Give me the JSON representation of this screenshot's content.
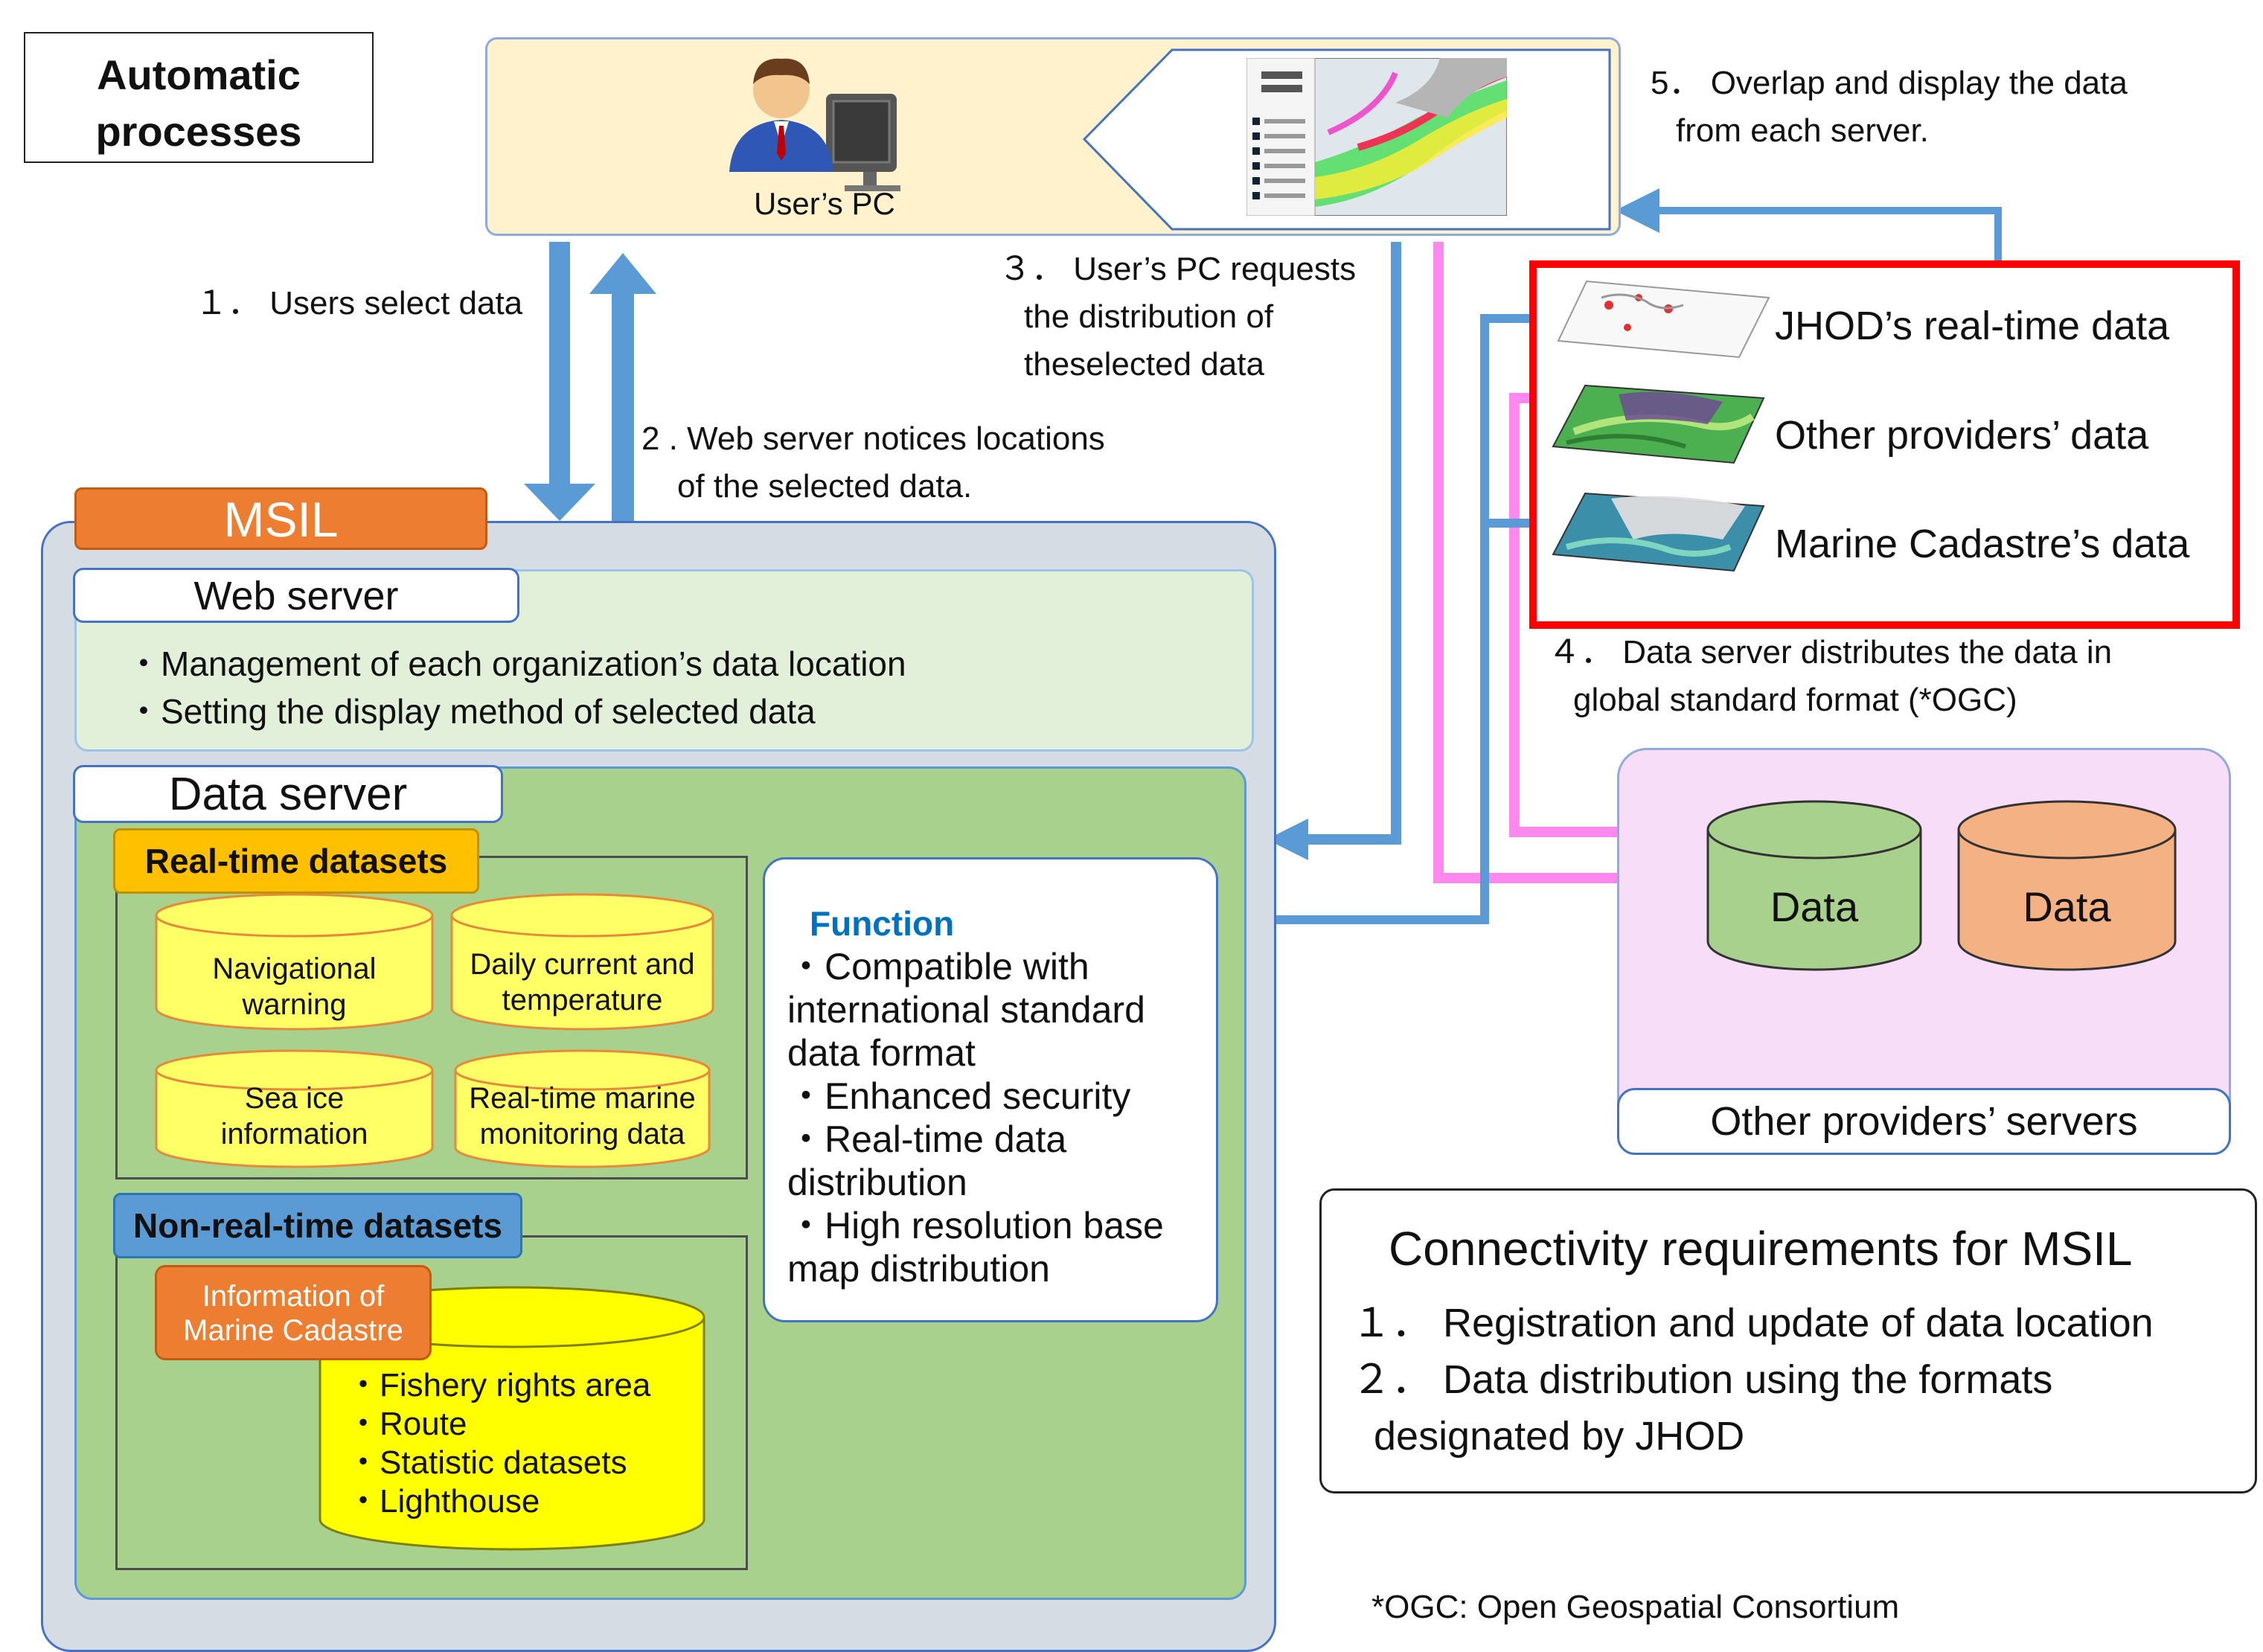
{
  "automatic_processes": {
    "line1": "Automatic",
    "line2": "processes"
  },
  "users_pc": {
    "label": "User’s PC"
  },
  "steps": {
    "s1": "１． Users select data",
    "s2_line1": "2 . Web server notices locations",
    "s2_line2": "of the selected data.",
    "s3_line1": "３． User’s PC requests",
    "s3_line2": "the distribution of",
    "s3_line3": "theselected data",
    "s4_line1": "４． Data server distributes the data in",
    "s4_line2": "global standard format (*OGC)",
    "s5_line1": "5． Overlap and display the data",
    "s5_line2": "from each server."
  },
  "layers": {
    "jhod": "JHOD’s real-time data",
    "other": "Other providers’ data",
    "cadastre": "Marine Cadastre’s data"
  },
  "msil": {
    "title": "MSIL",
    "web_server": {
      "title": "Web server",
      "bullet1": "・Management of each organization’s data location",
      "bullet2": "・Setting the display method of selected data"
    },
    "data_server": {
      "title": "Data server",
      "realtime": {
        "title": "Real-time datasets",
        "items": [
          {
            "line1": "Navigational",
            "line2": "warning"
          },
          {
            "line1": "Daily current and",
            "line2": "temperature"
          },
          {
            "line1": "Sea ice",
            "line2": "information"
          },
          {
            "line1": "Real-time marine",
            "line2": "monitoring data"
          }
        ]
      },
      "nonrealtime": {
        "title": "Non-real-time datasets",
        "cadastre_tag_line1": "Information of",
        "cadastre_tag_line2": "Marine Cadastre",
        "items": [
          "・Fishery rights area",
          "・Route",
          "・Statistic datasets",
          "・Lighthouse"
        ]
      },
      "function": {
        "title": "Function",
        "lines": [
          "・Compatible with",
          "international standard",
          "data format",
          "・Enhanced security",
          "・Real-time data",
          "distribution",
          "・High resolution base",
          "map distribution"
        ]
      }
    }
  },
  "other_servers": {
    "data1": "Data",
    "data2": "Data",
    "label": "Other providers’ servers"
  },
  "connectivity": {
    "title": "Connectivity requirements for MSIL",
    "item1": "１． Registration and update of data location",
    "item2_line1": "２． Data distribution using the formats",
    "item2_line2": "designated by JHOD"
  },
  "footnote": "*OGC: Open Geospatial Consortium",
  "colors": {
    "blue_arrow": "#5b9bd5",
    "pink_arrow": "#ff88ee",
    "red_frame": "#ff0000",
    "msil_orange": "#ed7d31",
    "msil_bg": "#d6dce4",
    "webserver_bg": "#e2efd9",
    "dataserver_bg": "#a9d18e",
    "yellow": "#ffff66",
    "realtime_tag": "#ffc000",
    "nonrealtime_tag": "#5b9bd5",
    "function_title": "#0070c0",
    "pc_panel": "#fff2cc",
    "other_servers_bg": "#f7ddf7",
    "green_cyl": "#a9d18e",
    "orange_cyl": "#f4b183"
  }
}
